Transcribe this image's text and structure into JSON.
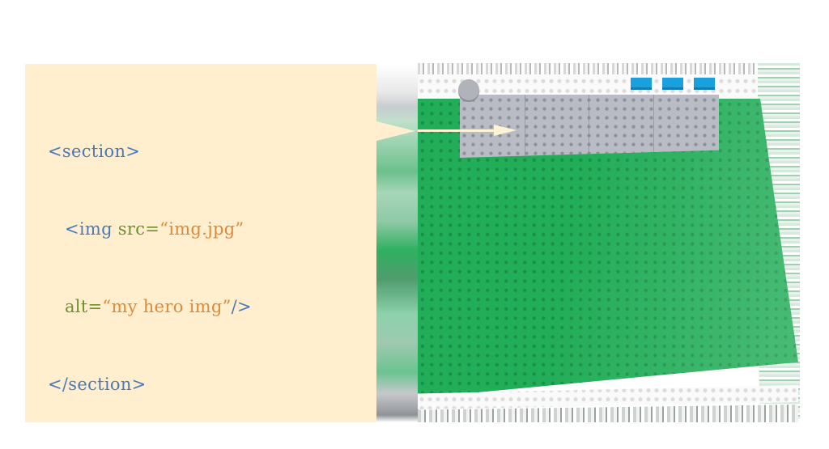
{
  "code_snippet": {
    "lines": [
      {
        "indent": "",
        "parts": [
          {
            "type": "tag",
            "text": "<section>"
          }
        ]
      },
      {
        "indent": "   ",
        "parts": [
          {
            "type": "tag",
            "text": "<img "
          },
          {
            "type": "attr",
            "text": "src="
          },
          {
            "type": "str",
            "text": "“img.jpg”"
          }
        ]
      },
      {
        "indent": "   ",
        "parts": [
          {
            "type": "attr",
            "text": "alt="
          },
          {
            "type": "str",
            "text": "“my hero img”"
          },
          {
            "type": "tag",
            "text": "/>"
          }
        ]
      },
      {
        "indent": "",
        "parts": [
          {
            "type": "tag",
            "text": "</section>"
          }
        ]
      }
    ],
    "line1_tag": "<section>",
    "line2_tag": "<img ",
    "line2_attr": "src=",
    "line2_value": "“img.jpg”",
    "line3_attr": "alt=",
    "line3_value": "“my hero img”",
    "line3_close": "/>",
    "line4_tag": "</section>"
  },
  "colors": {
    "panel_background": "#ffefcf",
    "tag": "#4a78b8",
    "attribute": "#6f8e2a",
    "string": "#dc8a3a",
    "baseplate_green": "#22ad58",
    "hero_brick_gray": "#b9bcc4",
    "accent_blue": "#1aa0dc",
    "arrow": "#fff3d6"
  },
  "illustration": {
    "description": "LEGO baseplate representing a web page; gray brick block at top represents the hero image placed by the <img> element",
    "blue_bricks_count": 3,
    "arrow": "points from code panel to gray hero brick"
  }
}
